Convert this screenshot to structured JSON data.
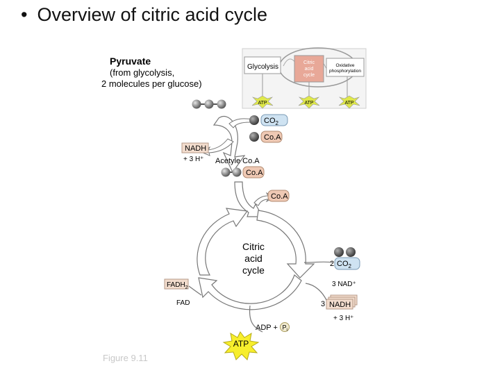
{
  "slide": {
    "bullet": "•",
    "title": "Overview of citric acid cycle"
  },
  "pyruvate": {
    "heading": "Pyruvate",
    "line1": "(from glycolysis,",
    "line2": "2 molecules per glucose)"
  },
  "inset": {
    "glycolysis": "Glycolysis",
    "citric_line1": "Citric",
    "citric_line2": "acid",
    "citric_line3": "cycle",
    "oxphos_line1": "Oxidative",
    "oxphos_line2": "phosphorylation",
    "atp1": "ATP",
    "atp2": "ATP",
    "atp3": "ATP"
  },
  "labels": {
    "co2": "CO",
    "co2_sub": "2",
    "coa_top": "Co.A",
    "nadh": "NADH",
    "h_plus_left": "+ 3 H⁺",
    "acetyl_coa": "Acetyle Co.A",
    "coa_acetyl": "Co.A",
    "coa_enter": "Co.A",
    "cycle_line1": "Citric",
    "cycle_line2": "acid",
    "cycle_line3": "cycle",
    "co2_right_prefix": "2",
    "co2_right": "CO",
    "co2_right_sub": "2",
    "nad": "3 NAD⁺",
    "nadh_right_prefix": "3",
    "nadh_right": "NADH",
    "h_plus_right": "+ 3 H⁺",
    "fadh2": "FADH",
    "fadh2_sub": "2",
    "fad": "FAD",
    "adp": "ADP + ",
    "pi": "P",
    "pi_sub": "i",
    "atp_bottom": "ATP",
    "figure": "Figure 9.11"
  },
  "colors": {
    "citric_box": "#e8a898",
    "co2_fill": "#cfe3f2",
    "coa_fill": "#efc9b4",
    "nadh_fill": "#f2dccd",
    "atp_fill": "#f7ee2c",
    "atp_small_fill": "#dfe84a",
    "molecule": "#7a7a7a",
    "arrow_fill": "#ffffff",
    "arrow_stroke": "#777777",
    "figure_text": "#c8c8c8"
  }
}
